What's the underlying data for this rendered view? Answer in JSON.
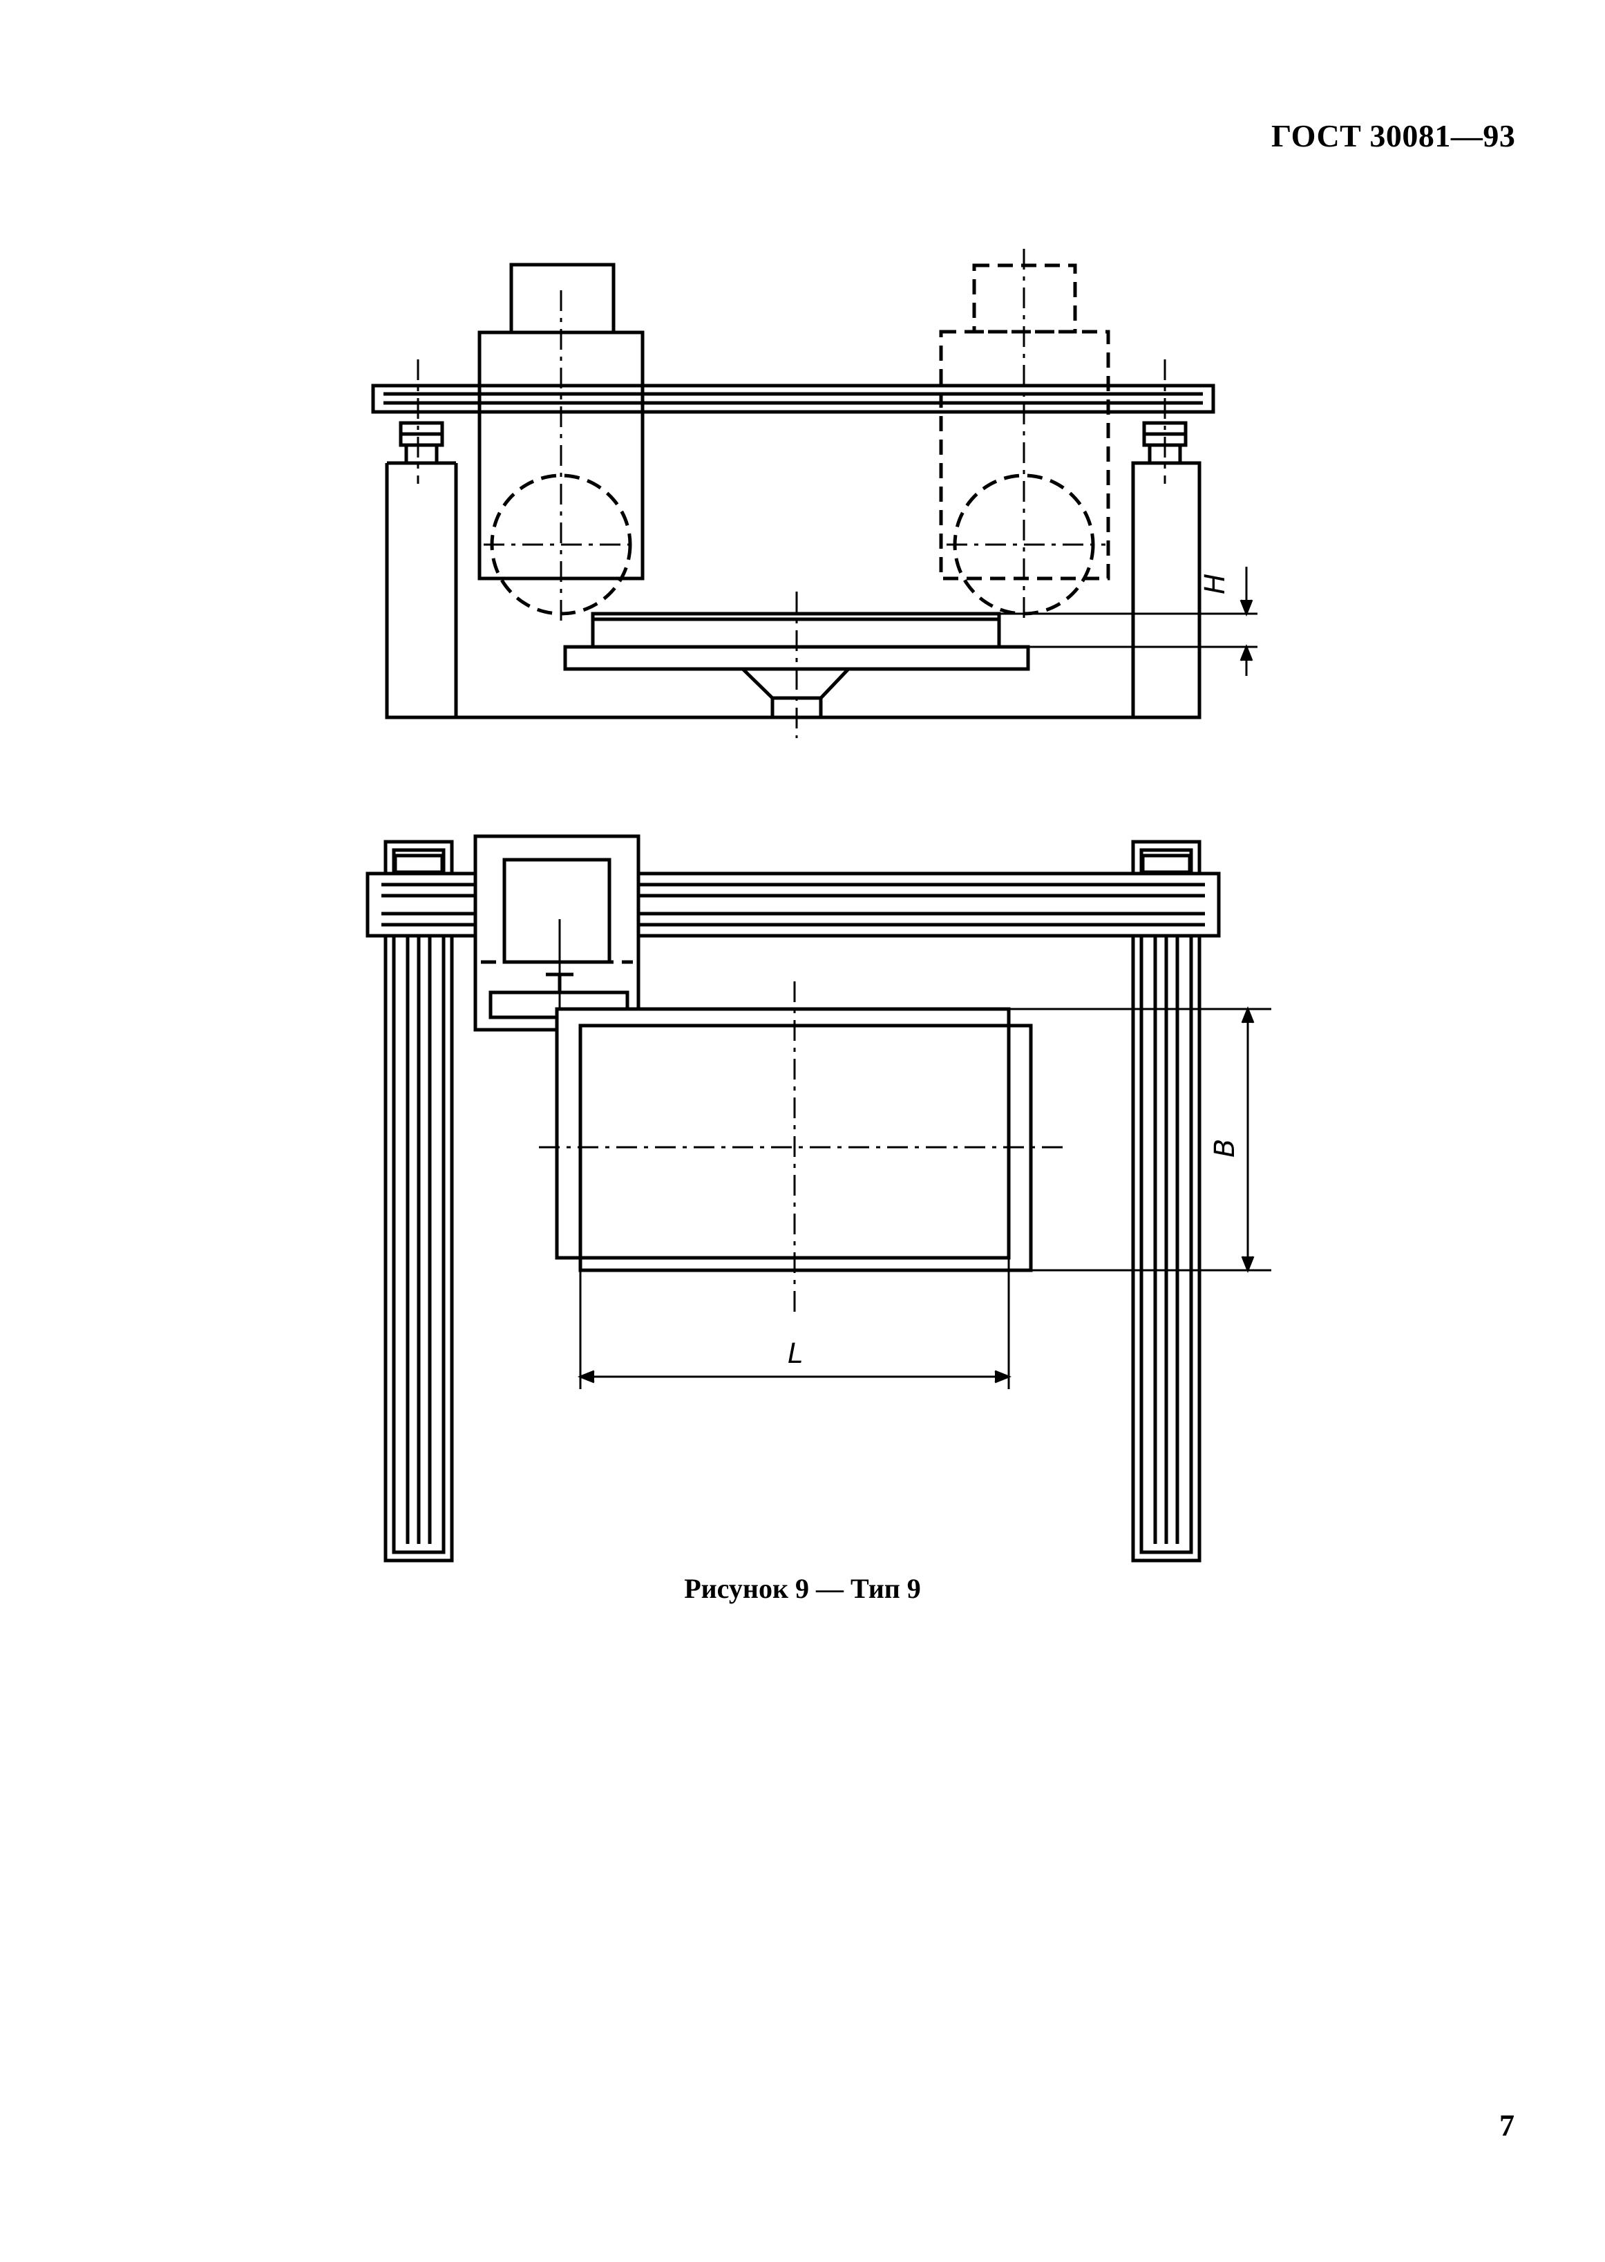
{
  "document": {
    "header": "ГОСТ 30081—93",
    "caption": "Рисунок 9 — Тип 9",
    "page_number": "7"
  },
  "figure": {
    "dimensions": {
      "height": "H",
      "width": "B",
      "length": "L"
    }
  },
  "colors": {
    "ink": "#000000",
    "paper": "#ffffff"
  }
}
